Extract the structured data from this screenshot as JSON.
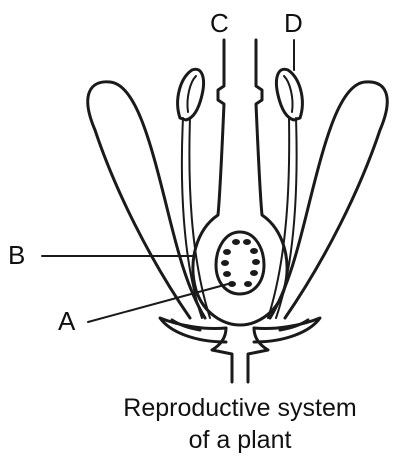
{
  "labels": {
    "a": "A",
    "b": "B",
    "c": "C",
    "d": "D"
  },
  "caption": {
    "line1": "Reproductive system",
    "line2": "of a plant"
  }
}
